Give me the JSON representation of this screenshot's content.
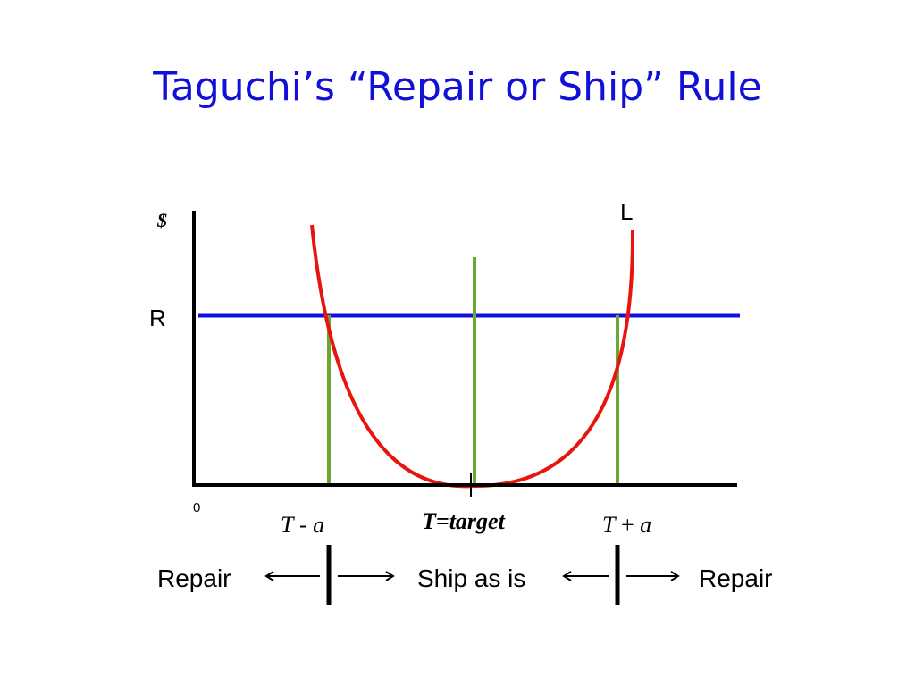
{
  "title": "Taguchi’s “Repair or Ship” Rule",
  "labels": {
    "y_axis": "$",
    "r_label": "R",
    "l_label": "L",
    "origin": "0",
    "lower_limit": {
      "prefix": "T",
      "op": " - ",
      "suffix": "a"
    },
    "target": "T=target",
    "upper_limit": {
      "prefix": "T",
      "op": " + ",
      "suffix": "a"
    }
  },
  "zones": {
    "left": "Repair",
    "middle": "Ship as is",
    "right": "Repair"
  },
  "colors": {
    "title": "#1010d8",
    "loss_curve": "#e8140e",
    "repair_cost_line": "#1010e0",
    "spec_lines": "#6aa832",
    "axes": "#000000"
  }
}
